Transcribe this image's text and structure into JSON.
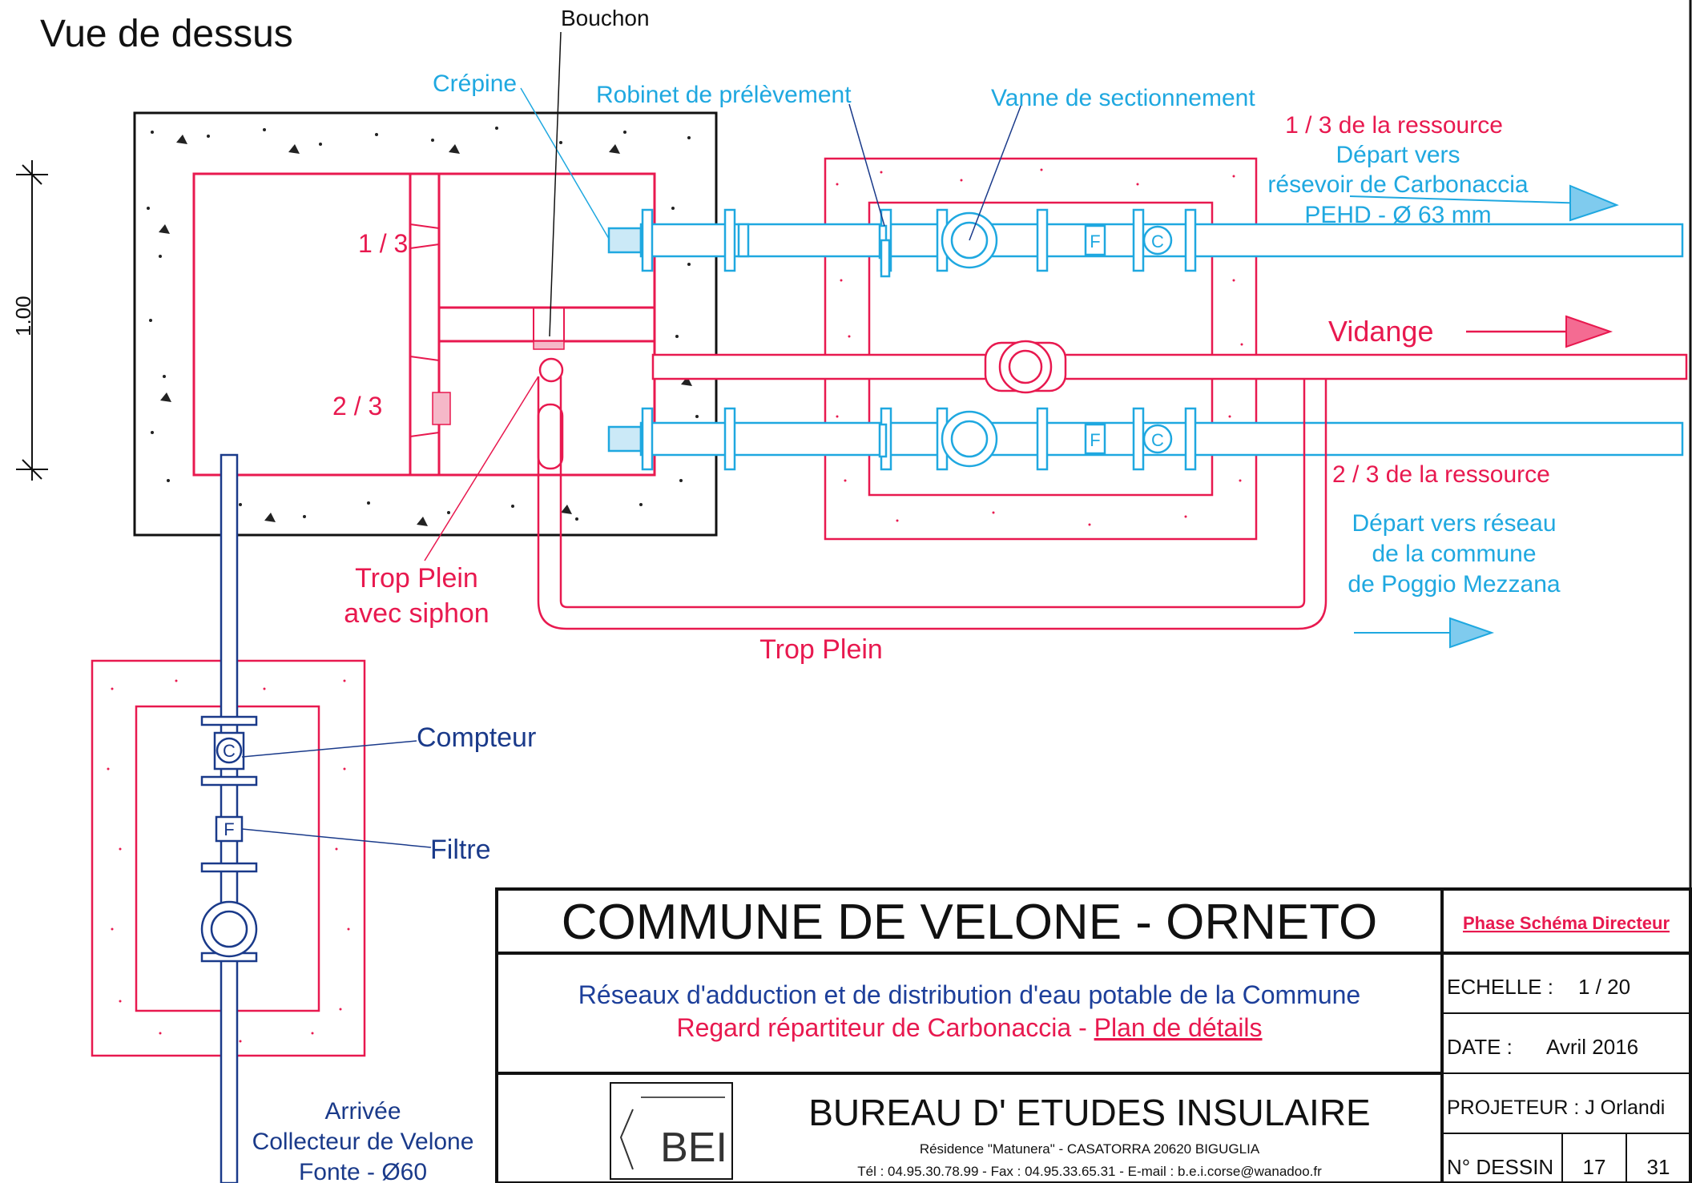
{
  "view_title": "Vue de dessus",
  "dimension_label": "1.00",
  "labels": {
    "bouchon": "Bouchon",
    "crepine": "Crépine",
    "robinet": "Robinet de prélèvement",
    "vanne": "Vanne de sectionnement",
    "one_third": "1 / 3",
    "two_thirds": "2 / 3",
    "res1_line1": "1 / 3 de la ressource",
    "res1_line2": "Départ vers",
    "res1_line3": "résevoir de Carbonaccia",
    "res1_line4": "PEHD - Ø 63 mm",
    "vidange": "Vidange",
    "res2_line1": "2 / 3 de la ressource",
    "depart_line1": "Départ vers réseau",
    "depart_line2": "de la commune",
    "depart_line3": "de Poggio Mezzana",
    "trop_plein_siphon_1": "Trop Plein",
    "trop_plein_siphon_2": "avec siphon",
    "trop_plein": "Trop Plein",
    "compteur": "Compteur",
    "filtre": "Filtre",
    "arrivee_1": "Arrivée",
    "arrivee_2": "Collecteur de Velone",
    "arrivee_3": "Fonte - Ø60",
    "filter_letter": "F",
    "counter_letter": "C"
  },
  "title_block": {
    "commune": "COMMUNE  DE  VELONE  -  ORNETO",
    "phase": "Phase Schéma Directeur",
    "subtitle_1": "Réseaux d'adduction et de distribution d'eau potable de la Commune",
    "subtitle_2a": "Regard répartiteur de Carbonaccia - ",
    "subtitle_2b": "Plan de détails",
    "echelle_label": "ECHELLE :",
    "echelle_value": "1 / 20",
    "date_label": "DATE :",
    "date_value": "Avril 2016",
    "projeteur": "PROJETEUR : J Orlandi",
    "dessin_label": "N° DESSIN",
    "dessin_num": "17",
    "dessin_total": "31",
    "company": "BUREAU D' ETUDES INSULAIRE",
    "address": "Résidence \"Matunera\" - CASATORRA 20620 BIGUGLIA",
    "contact": "Tél : 04.95.30.78.99 - Fax : 04.95.33.65.31 - E-mail : b.e.i.corse@wanadoo.fr",
    "logo_text": "BEI"
  },
  "colors": {
    "red": "#e8194f",
    "cyan": "#1fa8e0",
    "navy": "#1a3a8a",
    "black": "#111111",
    "title_blue": "#1d3f9a"
  }
}
